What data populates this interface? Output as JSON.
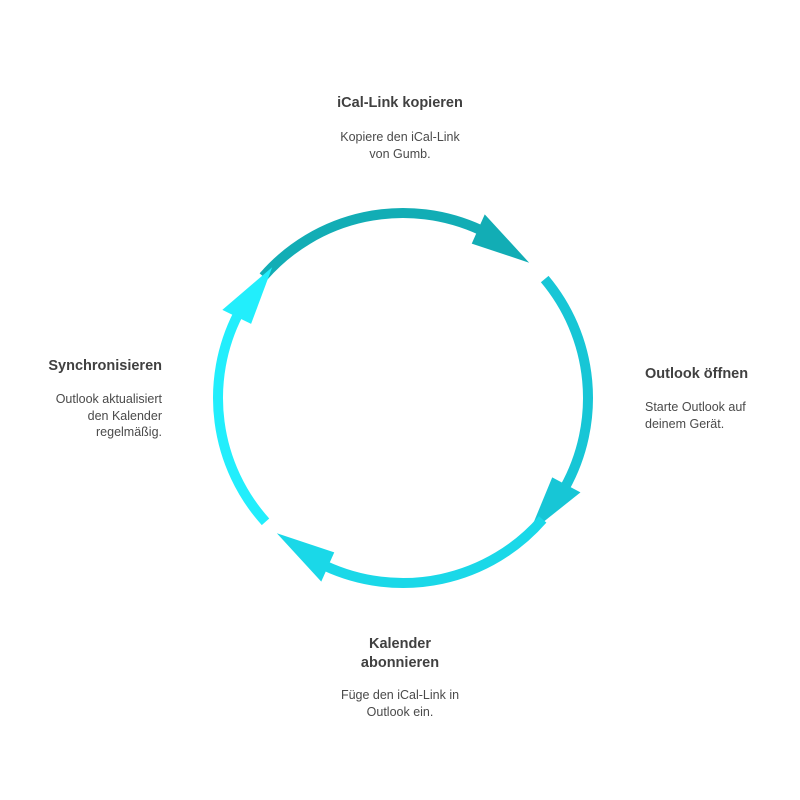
{
  "colors": {
    "arc_top": "#12ADB5",
    "arc_right": "#17C6D6",
    "arc_bottom": "#1AD8E8",
    "arc_left": "#22EEFC"
  },
  "steps": [
    {
      "title": "iCal-Link kopieren",
      "desc_line1": "Kopiere den iCal-Link",
      "desc_line2": "von Gumb."
    },
    {
      "title": "Outlook öffnen",
      "desc_line1": "Starte Outlook auf",
      "desc_line2": "deinem Gerät."
    },
    {
      "title_line1": "Kalender",
      "title_line2": "abonnieren",
      "desc_line1": "Füge den iCal-Link in",
      "desc_line2": "Outlook ein."
    },
    {
      "title": "Synchronisieren",
      "desc_line1": "Outlook aktualisiert",
      "desc_line2": "den Kalender",
      "desc_line3": "regelmäßig."
    }
  ]
}
